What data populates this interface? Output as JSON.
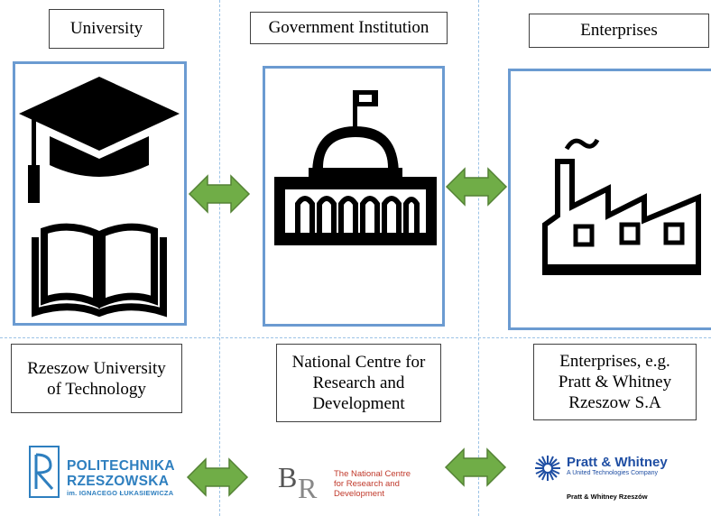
{
  "columns": [
    {
      "title": "University",
      "description": "Rzeszow University\nof Technology",
      "icon": "graduation-book-icon"
    },
    {
      "title": "Government Institution",
      "description": "National Centre for\nResearch and\nDevelopment",
      "icon": "capitol-building-icon"
    },
    {
      "title": "Enterprises",
      "description": "Enterprises, e.g.\nPratt & Whitney\nRzeszow S.A",
      "icon": "factory-icon"
    }
  ],
  "logos": {
    "politechnika": {
      "line1": "POLITECHNIKA",
      "line2": "RZESZOWSKA",
      "line3": "im. IGNACEGO ŁUKASIEWICZA"
    },
    "ncbr": {
      "line1": "The National Centre",
      "line2": "for Research and Development"
    },
    "pratt": {
      "title": "Pratt & Whitney",
      "subtitle": "A United Technologies Company",
      "bottom": "Pratt & Whitney Rzeszów"
    }
  },
  "colors": {
    "panel_border": "#6b9bd1",
    "arrow_fill": "#70ad47",
    "arrow_stroke": "#548235",
    "divider": "#9cc3e6"
  }
}
